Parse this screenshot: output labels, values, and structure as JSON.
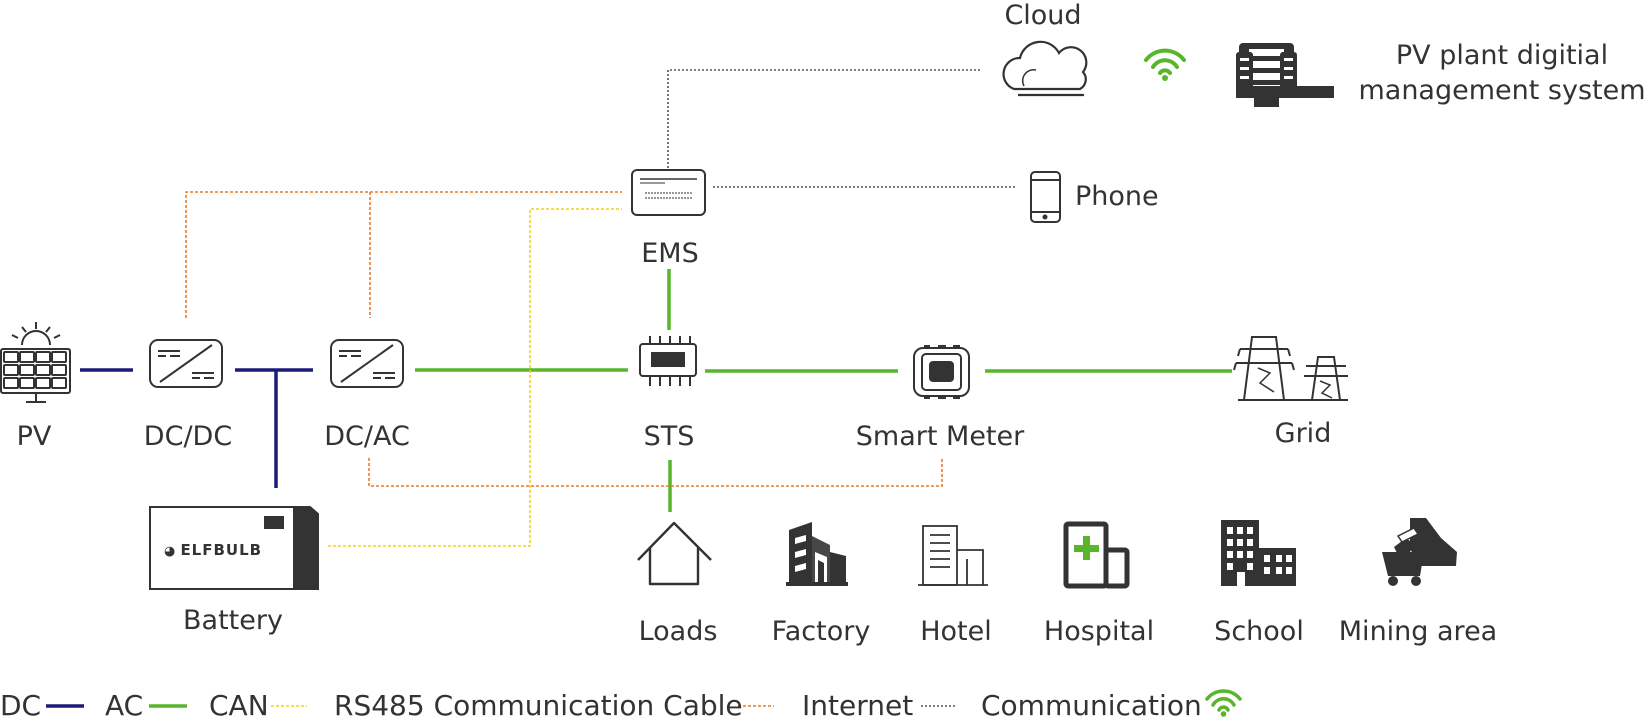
{
  "nodes": {
    "pv": "PV",
    "dcdc": "DC/DC",
    "dcac": "DC/AC",
    "battery": "Battery",
    "ems": "EMS",
    "sts": "STS",
    "smart_meter": "Smart Meter",
    "grid": "Grid",
    "cloud": "Cloud",
    "phone": "Phone",
    "pv_system_line1": "PV plant digitial",
    "pv_system_line2": "management system"
  },
  "loads": [
    {
      "label": "Loads",
      "icon": "house-icon"
    },
    {
      "label": "Factory",
      "icon": "factory-icon"
    },
    {
      "label": "Hotel",
      "icon": "hotel-icon"
    },
    {
      "label": "Hospital",
      "icon": "hospital-icon"
    },
    {
      "label": "School",
      "icon": "school-icon"
    },
    {
      "label": "Mining area",
      "icon": "mining-cart-icon"
    }
  ],
  "battery_logo": "ELFBULB",
  "legend": {
    "dc": "DC",
    "ac": "AC",
    "can": "CAN",
    "rs485": "RS485 Communication Cable",
    "internet": "Internet",
    "communication": "Communication"
  },
  "colors": {
    "dc": "#1b1b7a",
    "ac": "#59b52a",
    "can": "#f2d21a",
    "rs485": "#ee7a22",
    "internet": "#555555",
    "wifi": "#59b52a",
    "icon": "#333333"
  }
}
